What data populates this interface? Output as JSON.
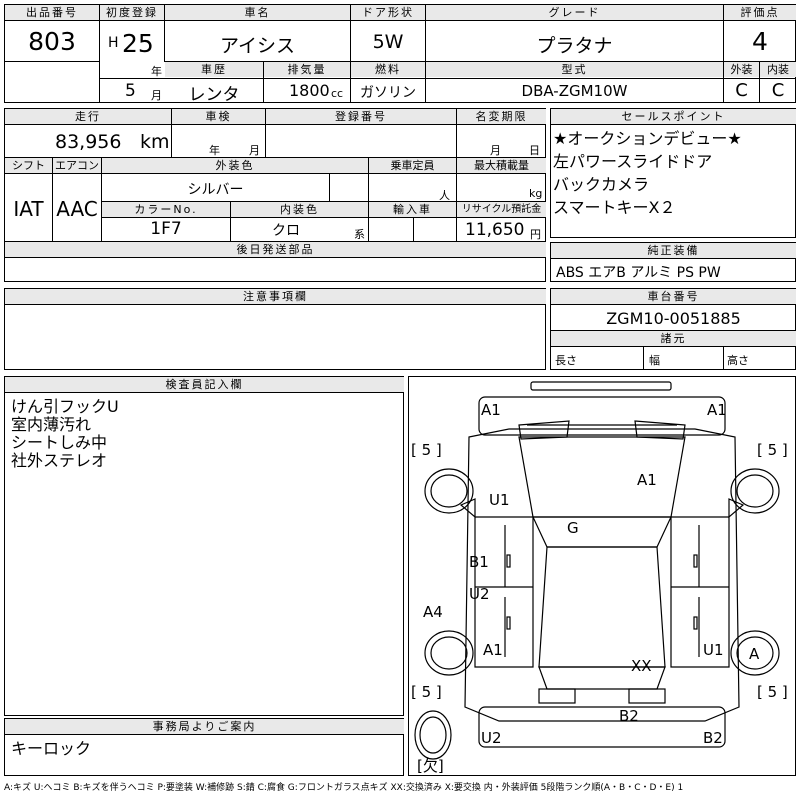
{
  "header": {
    "lot_label": "出品番号",
    "lot_value": "803",
    "first_reg_label": "初度登録",
    "era": "H",
    "year": "25",
    "year_unit": "年",
    "month": "5",
    "month_unit": "月",
    "car_name_label": "車名",
    "car_name": "アイシス",
    "door_label": "ドア形状",
    "door": "5W",
    "grade_label": "グレード",
    "grade": "プラタナ",
    "score_label": "評価点",
    "score": "4",
    "history_label": "車歴",
    "history": "レンタ",
    "displacement_label": "排気量",
    "displacement": "1800",
    "displacement_unit": "cc",
    "fuel_label": "燃料",
    "fuel": "ガソリン",
    "model_label": "型式",
    "model": "DBA-ZGM10W",
    "ext_label": "外装",
    "ext": "C",
    "int_label": "内装",
    "int": "C"
  },
  "row2": {
    "mileage_label": "走行",
    "mileage": "83,956",
    "mileage_unit": "km",
    "inspection_label": "車検",
    "inspection_year": "年",
    "inspection_month": "月",
    "plate_label": "登録番号",
    "title_label": "名変期限",
    "title_month": "月",
    "title_day": "日",
    "shift_label": "シフト",
    "shift": "IAT",
    "ac_label": "エアコン",
    "ac": "AAC",
    "exterior_color_label": "外装色",
    "exterior_color": "シルバー",
    "capacity_label": "乗車定員",
    "capacity_unit": "人",
    "load_label": "最大積載量",
    "load_unit": "kg",
    "color_no_label": "カラーNo.",
    "color_no": "1F7",
    "interior_color_label": "内装色",
    "interior_color": "クロ",
    "interior_color_unit": "系",
    "import_label": "輸入車",
    "recycle_label": "リサイクル預託金",
    "recycle": "11,650",
    "recycle_unit": "円",
    "later_label": "後日発送部品"
  },
  "sales": {
    "label": "セールスポイント",
    "lines": [
      "★オークションデビュー★",
      "左パワースライドドア",
      "バックカメラ",
      "スマートキーX２"
    ]
  },
  "equipment": {
    "label": "純正装備",
    "value": "ABS エアB アルミ PS PW"
  },
  "notes": {
    "label": "注意事項欄"
  },
  "chassis": {
    "label": "車台番号",
    "value": "ZGM10-0051885"
  },
  "dims": {
    "label": "諸元",
    "length": "長さ",
    "width": "幅",
    "height": "高さ"
  },
  "inspector": {
    "label": "検査員記入欄",
    "lines": [
      "けん引フックU",
      "室内薄汚れ",
      "シートしみ中",
      "社外ステレオ"
    ]
  },
  "office": {
    "label": "事務局よりご案内",
    "lines": [
      "キーロック"
    ]
  },
  "diagram": {
    "marks": {
      "a1_front_left": "A1",
      "a1_front_right": "A1",
      "bracket_tl": "[ 5 ]",
      "bracket_tr": "[ 5 ]",
      "bracket_bl": "[ 5 ]",
      "bracket_br": "[ 5 ]",
      "a1_hood": "A1",
      "u1_left_front": "U1",
      "g_windshield": "G",
      "b1_left": "B1",
      "u2_left": "U2",
      "a4_left": "A4",
      "a1_left_rear": "A1",
      "u1_right_rear": "U1",
      "a_wheel": "A",
      "xx_roof": "XX",
      "b2_rear": "B2",
      "u2_rear_left": "U2",
      "b2_rear_right": "B2",
      "missing": "[欠]"
    }
  },
  "legend": "A:キズ U:ヘコミ B:キズを伴うヘコミ P:要塗装 W:補修跡 S:錆 C:腐食 G:フロントガラス点キズ XX:交換済み X:要交換 内・外装評価 5段階ランク順(A・B・C・D・E) 1"
}
